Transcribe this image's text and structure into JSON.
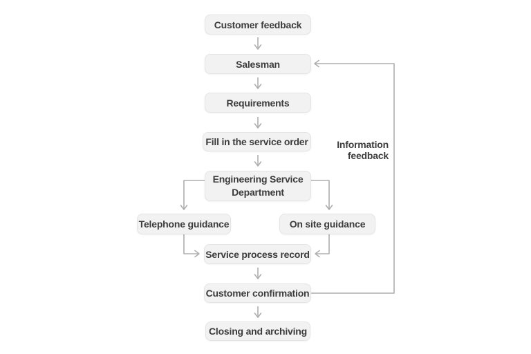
{
  "diagram": {
    "type": "flowchart",
    "colors": {
      "background": "#ffffff",
      "box_fill": "#f2f2f2",
      "box_border": "#e4e4e4",
      "box_text": "#3c3c3c",
      "connector": "#aeaeae"
    },
    "nodes": [
      {
        "id": "customer-feedback",
        "label": "Customer feedback"
      },
      {
        "id": "salesman",
        "label": "Salesman"
      },
      {
        "id": "requirements",
        "label": "Requirements"
      },
      {
        "id": "fill-in-the-service-order",
        "label": "Fill in the service order"
      },
      {
        "id": "engineering-service-department",
        "label": "Engineering Service Department"
      },
      {
        "id": "telephone-guidance",
        "label": "Telephone guidance"
      },
      {
        "id": "on-site-guidance",
        "label": "On site guidance"
      },
      {
        "id": "service-process-record",
        "label": "Service process record"
      },
      {
        "id": "customer-confirmation",
        "label": "Customer confirmation"
      },
      {
        "id": "closing-and-archiving",
        "label": "Closing and archiving"
      }
    ],
    "edge_labels": [
      {
        "id": "information-feedback",
        "line1": "Information",
        "line2": "feedback"
      }
    ],
    "flow": [
      "Customer feedback -> Salesman -> Requirements -> Fill in the service order -> Engineering Service Department",
      "Engineering Service Department -> Telephone guidance -> Service process record",
      "Engineering Service Department -> On site guidance -> Service process record",
      "Service process record -> Customer confirmation -> Closing and archiving",
      "Customer confirmation -> Salesman (Information feedback)"
    ]
  }
}
